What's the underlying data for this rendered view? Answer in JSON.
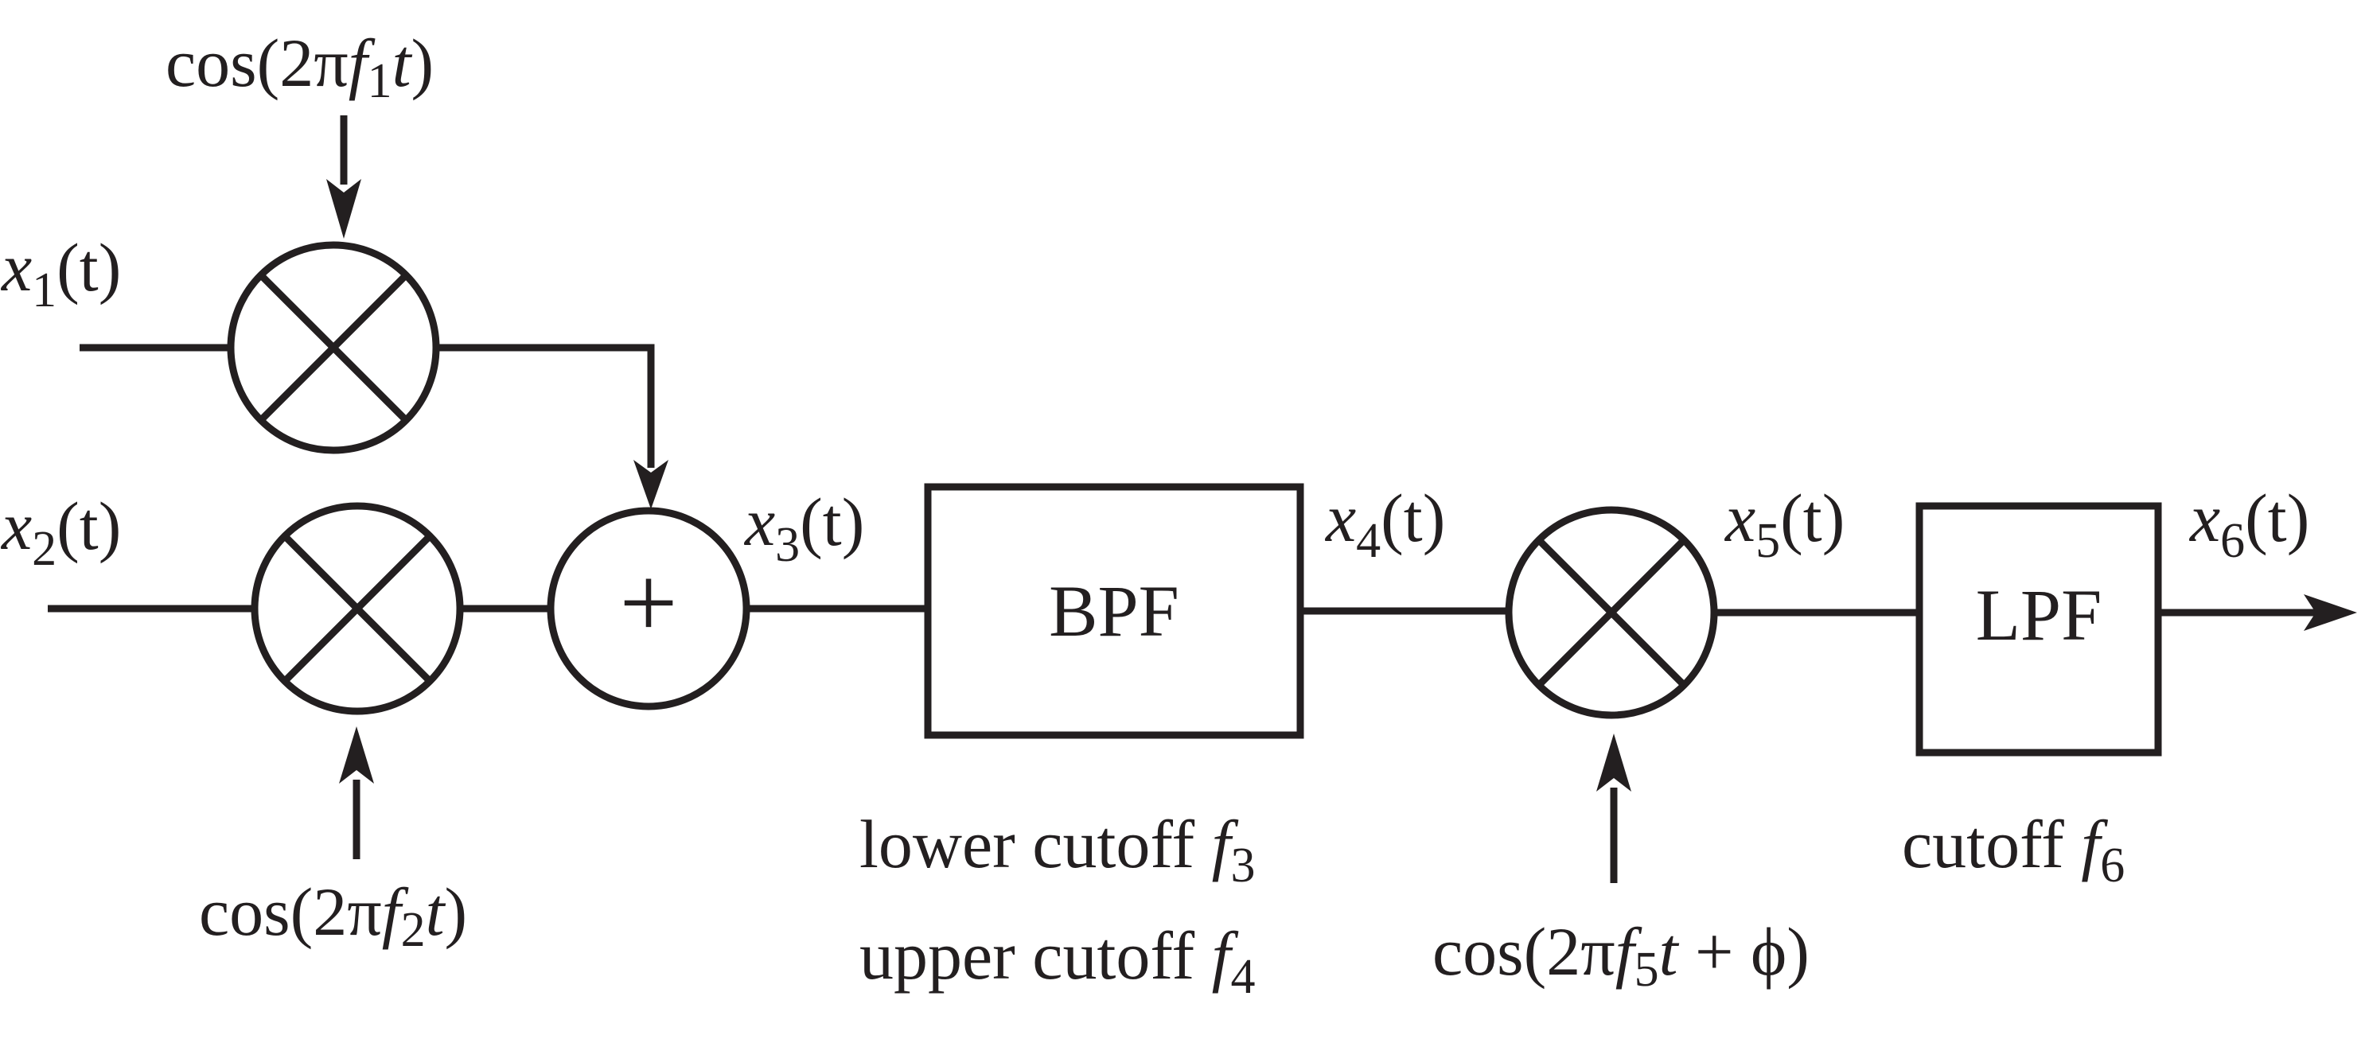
{
  "signals": {
    "x1": {
      "base": "x",
      "sub": "1",
      "arg": "(t)"
    },
    "x2": {
      "base": "x",
      "sub": "2",
      "arg": "(t)"
    },
    "x3": {
      "base": "x",
      "sub": "3",
      "arg": "(t)"
    },
    "x4": {
      "base": "x",
      "sub": "4",
      "arg": "(t)"
    },
    "x5": {
      "base": "x",
      "sub": "5",
      "arg": "(t)"
    },
    "x6": {
      "base": "x",
      "sub": "6",
      "arg": "(t)"
    }
  },
  "oscillators": {
    "osc1": {
      "pre": "cos(2π",
      "f": "f",
      "sub": "1",
      "t": "t",
      "post": ")"
    },
    "osc2": {
      "pre": "cos(2π",
      "f": "f",
      "sub": "2",
      "t": "t",
      "post": ")"
    },
    "osc5": {
      "pre": "cos(2π",
      "f": "f",
      "sub": "5",
      "t": "t",
      "post": " + ϕ)"
    }
  },
  "adder": {
    "symbol": "+"
  },
  "bpf": {
    "label": "BPF",
    "lower_text": "lower cutoff ",
    "lower_f": "f",
    "lower_sub": "3",
    "upper_text": "upper cutoff ",
    "upper_f": "f",
    "upper_sub": "4"
  },
  "lpf": {
    "label": "LPF",
    "cutoff_text": "cutoff ",
    "cutoff_f": "f",
    "cutoff_sub": "6"
  }
}
